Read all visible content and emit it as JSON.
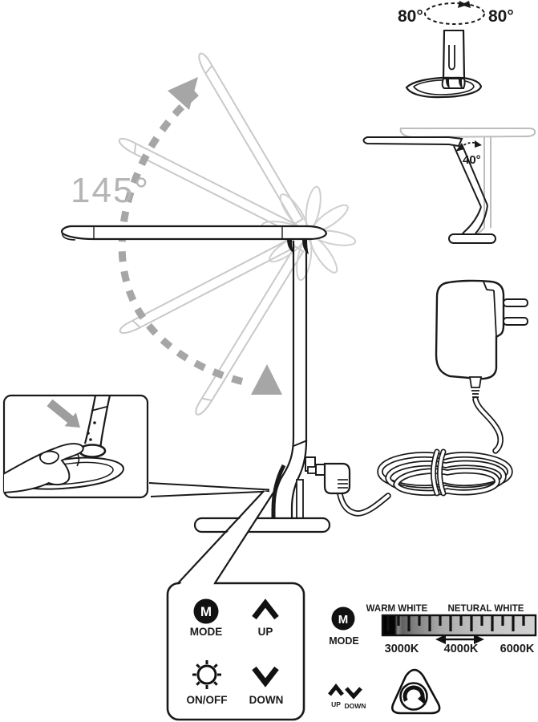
{
  "figure": {
    "arm_rotation_angle": "145°",
    "base_swivel_left": "80°",
    "base_swivel_right": "80°",
    "head_tilt_angle": "40°"
  },
  "control_panel": {
    "mode_icon_letter": "M",
    "mode_label": "MODE",
    "up_label": "UP",
    "onoff_label": "ON/OFF",
    "down_label": "DOWN"
  },
  "legend": {
    "mode_icon_letter": "M",
    "mode_label": "MODE",
    "up_label": "UP",
    "down_label": "DOWN"
  },
  "temperature_scale": {
    "warm_title": "WARM WHITE",
    "neutral_title": "NETURAL WHITE",
    "tick_left": "3000K",
    "tick_mid": "4000K",
    "tick_right": "6000K"
  },
  "colors": {
    "line": "#1a1a1a",
    "ghost": "#c9c9c9",
    "gray_accent": "#a6a6a6",
    "angle_text": "#b5b5b5",
    "scale_dark": "#000000",
    "scale_light": "#d2d2d2"
  }
}
